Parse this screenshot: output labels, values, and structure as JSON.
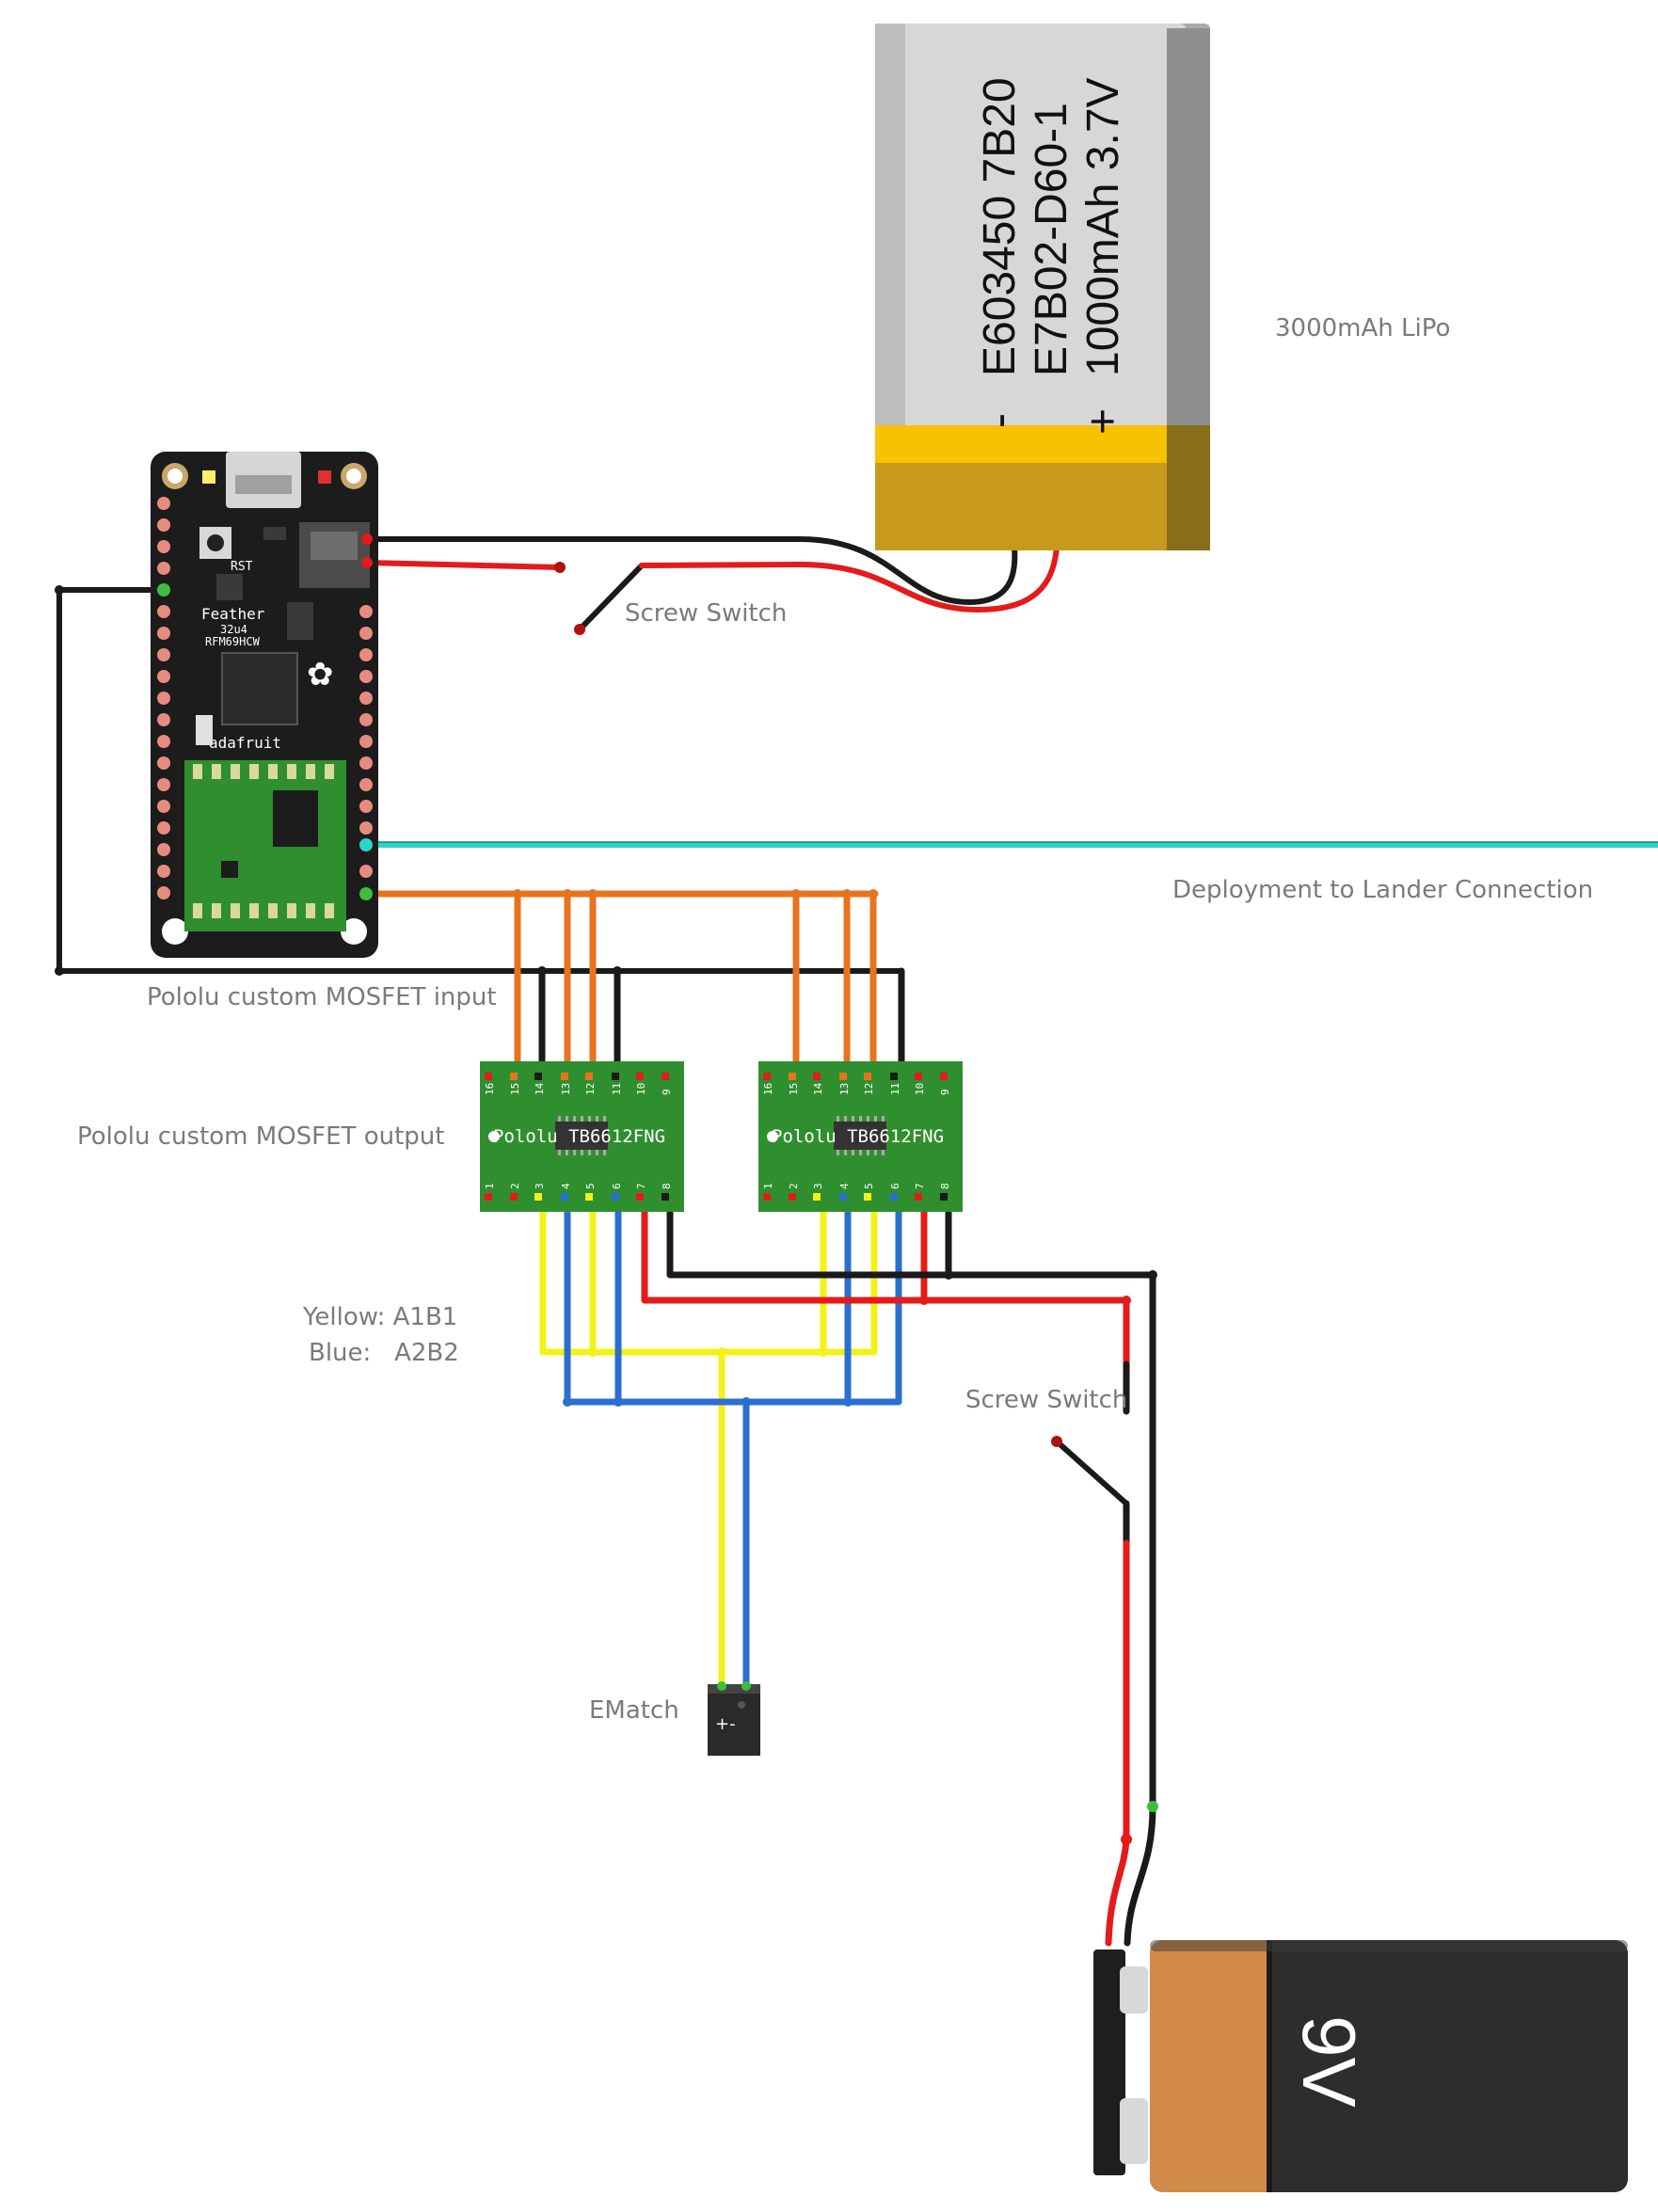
{
  "colors": {
    "wire_black": "#1a1a1a",
    "wire_red": "#e31b1b",
    "wire_orange": "#e8731e",
    "wire_yellow": "#f2f21a",
    "wire_blue": "#2a6fcf",
    "wire_teal": "#2ad6c7",
    "pcb_green": "#2f8f2f",
    "feather_black": "#1c1c1c",
    "lipo_body": "#d7d7d7",
    "lipo_band": "#f7c200",
    "ninev_copper": "#d28a4a",
    "ninev_black": "#2d2d2d"
  },
  "lipo": {
    "line1": "E603450 7B20",
    "line2": "E7B02-D60-1",
    "line3": "1000mAh 3.7V",
    "minus": "-",
    "plus": "+"
  },
  "feather": {
    "name": "Feather",
    "chip": "32u4",
    "radio": "RFM69HCW",
    "brand": "adafruit",
    "rst": "RST",
    "usb": "USB"
  },
  "driver": {
    "label": "Pololu TB6612FNG",
    "top_pins": [
      "16",
      "15",
      "14",
      "13",
      "12",
      "11",
      "10",
      "9"
    ],
    "bottom_pins": [
      "1",
      "2",
      "3",
      "4",
      "5",
      "6",
      "7",
      "8"
    ]
  },
  "ninev": {
    "text": "9V"
  },
  "ematch": {
    "polarity": "+-"
  },
  "labels": {
    "lipo": "3000mAh LiPo",
    "screw_switch_top": "Screw Switch",
    "deployment": "Deployment to Lander Connection",
    "mosfet_input": "Pololu custom MOSFET input",
    "mosfet_output": "Pololu custom MOSFET output",
    "yellow_legend": "Yellow: A1B1",
    "blue_legend": "Blue:   A2B2",
    "screw_switch_bottom": "Screw Switch",
    "ematch": "EMatch"
  }
}
